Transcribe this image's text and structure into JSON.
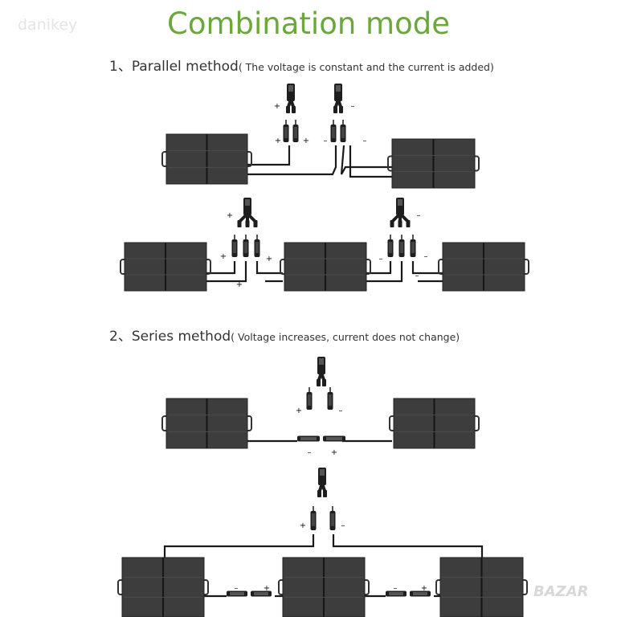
{
  "watermark": "danikey",
  "title": "Combination mode",
  "section1": {
    "label": "1、Parallel method",
    "note": "( The voltage is constant and the current is added)"
  },
  "section2": {
    "label": "2、Series method",
    "note": "( Voltage increases, current does not change)"
  },
  "signs": {
    "plus": "+",
    "minus": "–"
  },
  "brand_watermark": "BAZAR",
  "colors": {
    "title": "#6aa83a",
    "panel": "#3d3d3d",
    "cable": "#1a1a1a"
  },
  "icons": [
    "solar-panel-icon",
    "mc4-connector-icon",
    "y-branch-connector-icon",
    "three-way-branch-connector-icon"
  ]
}
